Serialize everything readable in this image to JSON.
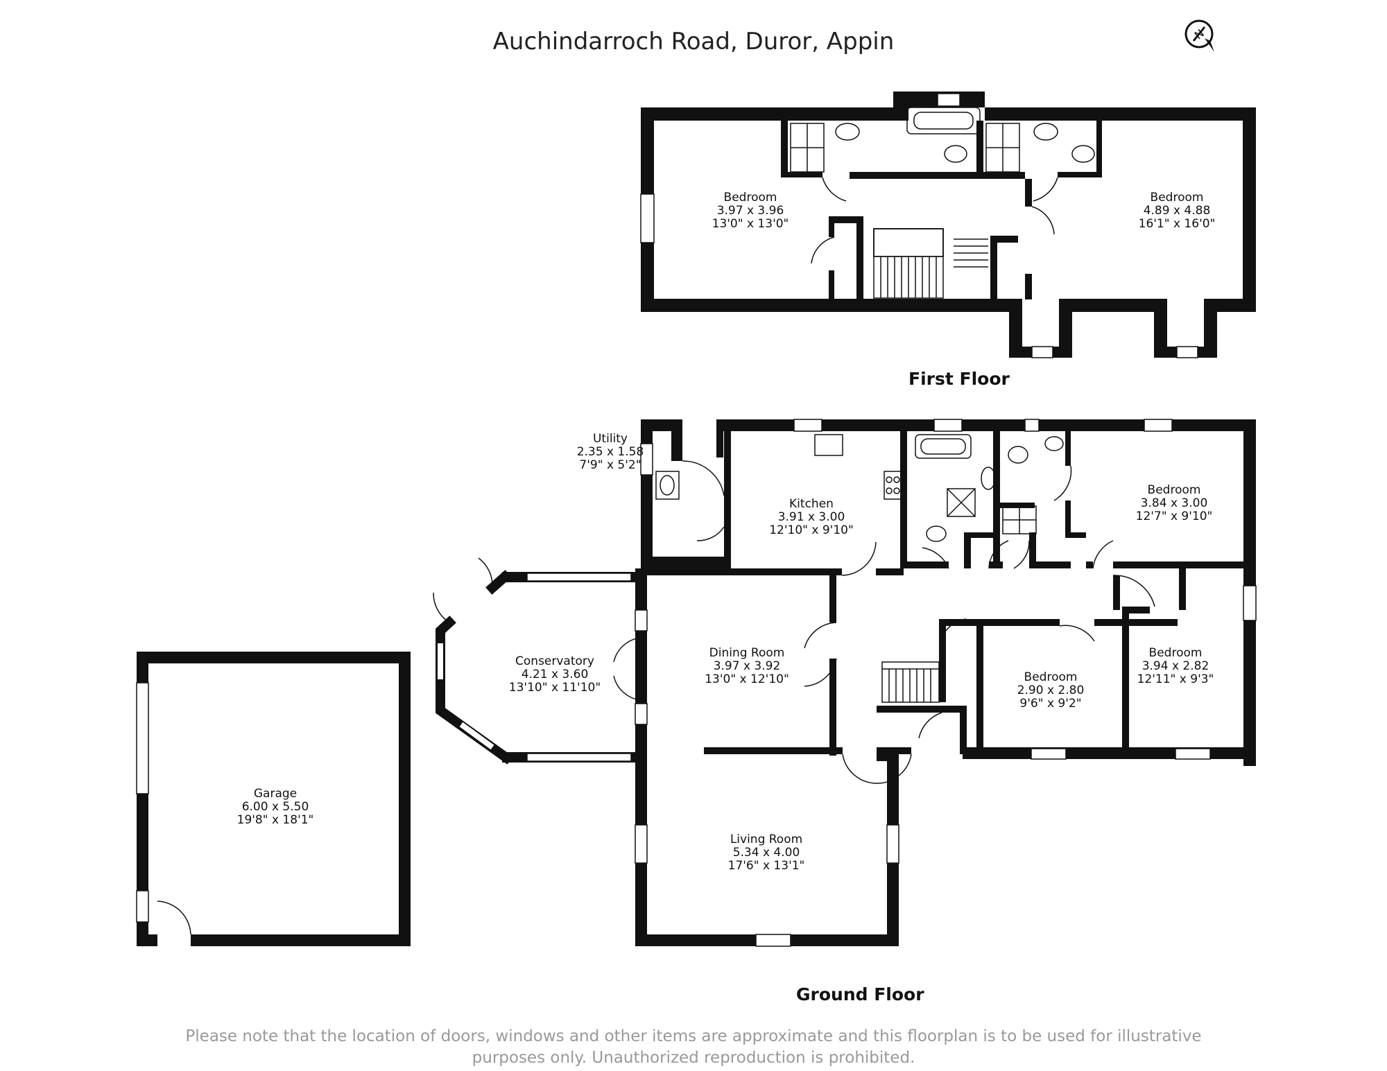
{
  "title": "Auchindarroch Road, Duror, Appin",
  "compass_icon": "north-arrow-icon",
  "compass_letter": "N",
  "floors": {
    "first": "First Floor",
    "ground": "Ground Floor"
  },
  "rooms": {
    "ff_bedroom_left": {
      "name": "Bedroom",
      "metric": "3.97 x 3.96",
      "imperial": "13'0\" x 13'0\""
    },
    "ff_bedroom_right": {
      "name": "Bedroom",
      "metric": "4.89 x 4.88",
      "imperial": "16'1\" x 16'0\""
    },
    "utility": {
      "name": "Utility",
      "metric": "2.35 x 1.58",
      "imperial": "7'9\" x 5'2\""
    },
    "kitchen": {
      "name": "Kitchen",
      "metric": "3.91 x 3.00",
      "imperial": "12'10\" x 9'10\""
    },
    "gf_bedroom_top": {
      "name": "Bedroom",
      "metric": "3.84 x 3.00",
      "imperial": "12'7\" x 9'10\""
    },
    "conservatory": {
      "name": "Conservatory",
      "metric": "4.21 x 3.60",
      "imperial": "13'10\" x 11'10\""
    },
    "dining": {
      "name": "Dining Room",
      "metric": "3.97 x 3.92",
      "imperial": "13'0\" x 12'10\""
    },
    "gf_bedroom_mid": {
      "name": "Bedroom",
      "metric": "2.90 x 2.80",
      "imperial": "9'6\" x 9'2\""
    },
    "gf_bedroom_right": {
      "name": "Bedroom",
      "metric": "3.94 x 2.82",
      "imperial": "12'11\" x 9'3\""
    },
    "garage": {
      "name": "Garage",
      "metric": "6.00 x 5.50",
      "imperial": "19'8\" x 18'1\""
    },
    "living": {
      "name": "Living Room",
      "metric": "5.34 x 4.00",
      "imperial": "17'6\" x 13'1\""
    }
  },
  "disclaimer": {
    "line1": "Please note that the location of doors, windows and other items are approximate and this floorplan is to be used for illustrative",
    "line2": "purposes only. Unauthorized reproduction is prohibited."
  }
}
